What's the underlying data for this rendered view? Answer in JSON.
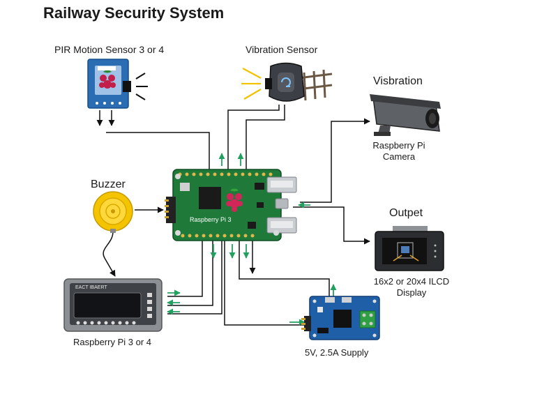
{
  "title": "Railway Security System",
  "components": {
    "pir": {
      "label": "PIR Motion Sensor 3 or 4"
    },
    "vibration": {
      "label": "Vibration Sensor"
    },
    "camera": {
      "title": "Visbration",
      "sub1": "Raspberry Pi",
      "sub2": "Camera"
    },
    "buzzer": {
      "label": "Buzzer"
    },
    "pi": {
      "label": "Raspberry Pi 3"
    },
    "output": {
      "title": "Outpet",
      "sub1": "16x2 or 20x4 ILCD",
      "sub2": "Display"
    },
    "tablet": {
      "screen_text": "EACT IBAERT",
      "label": "Raspberry Pi 3 or 4"
    },
    "supply": {
      "label": "5V, 2.5A Supply"
    }
  },
  "colors": {
    "board_green": "#1f7a3a",
    "arrow_green": "#22a060",
    "wire": "#111111",
    "supply_blue": "#1f5fa8",
    "pir_blue": "#2a6db3",
    "buzzer_yellow": "#f5c400"
  }
}
